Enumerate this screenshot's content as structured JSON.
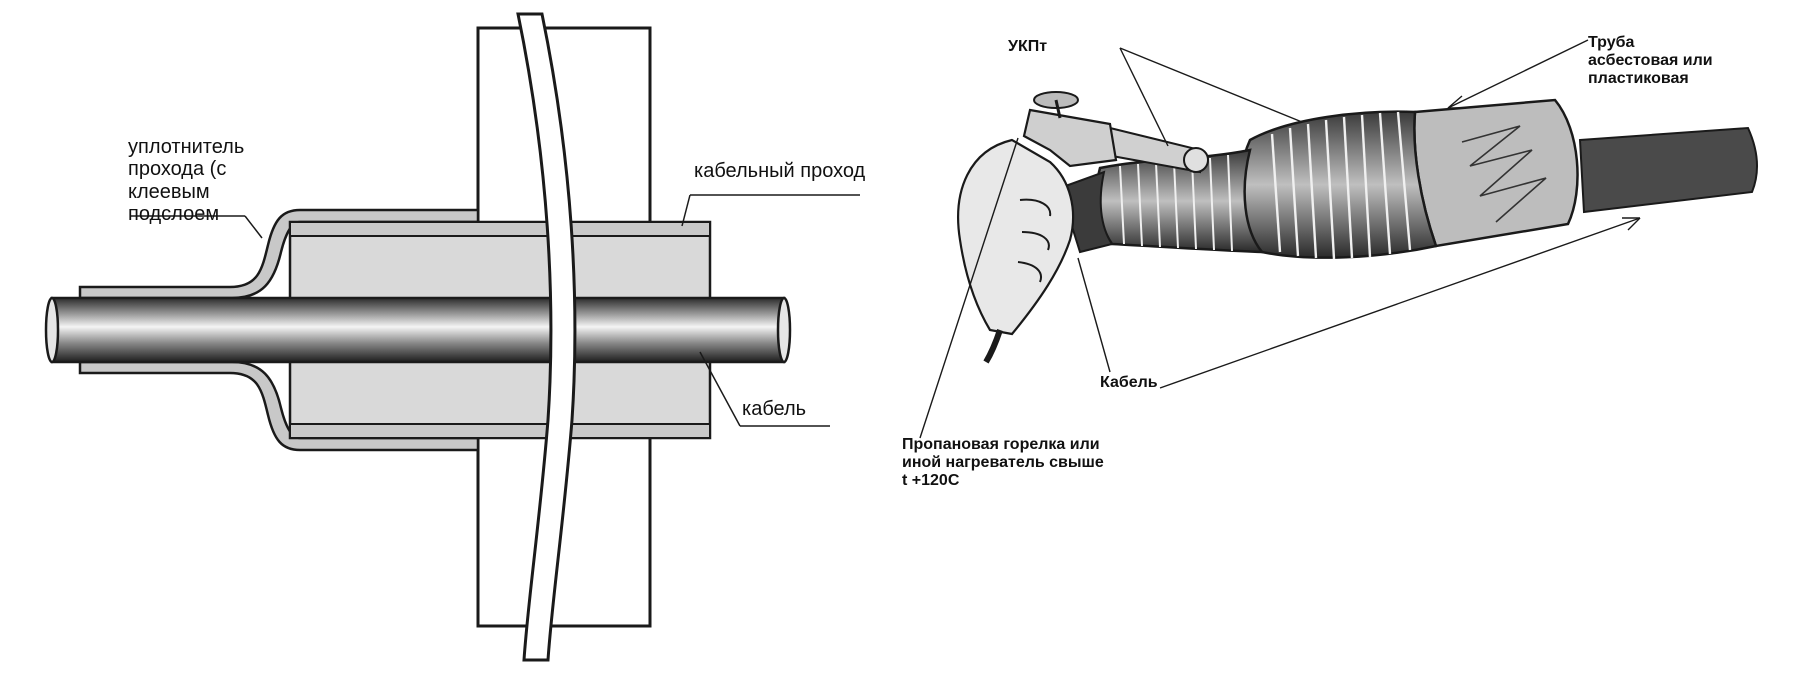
{
  "left_diagram": {
    "labels": {
      "sealant": "уплотнитель\nпрохода (с\nклеевым\nподслоем",
      "cable_passage": "кабельный проход",
      "cable": "кабель"
    }
  },
  "right_diagram": {
    "labels": {
      "ukpt": "УКПт",
      "pipe": "Труба\nасбестовая или\nпластиковая",
      "cable": "Кабель",
      "burner": "Пропановая горелка или\nиной нагреватель свыше\nt +120С"
    }
  },
  "colors": {
    "line": "#1a1a1a",
    "sleeve_fill": "#d9d9d9",
    "sealant_fill": "#c8c8c8",
    "wall_fill": "#ffffff",
    "cable_dark": "#4a4a4a",
    "pipe_fill": "#bdbdbd"
  }
}
